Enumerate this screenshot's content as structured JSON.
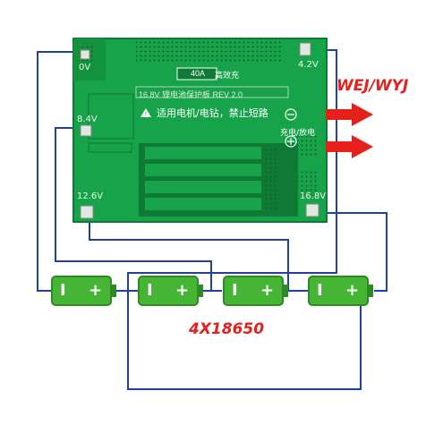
{
  "board": {
    "labels": {
      "zero": "0V",
      "v42": "4.2V",
      "v84": "8.4V",
      "v126": "12.6V",
      "v168": "16.8V"
    },
    "rating": "40A",
    "rating_mark": "高效充",
    "spec": "16.8V 锂电池保护板 REV 2.0",
    "warning": "适用电机/电钻，禁止短路",
    "charge_discharge": "充电/放电",
    "terminal_minus": "⊖",
    "terminal_plus": "⊕"
  },
  "brand": "WEJ/WYJ",
  "model": "4X18650",
  "cells": [
    {
      "minus": "I",
      "plus": "+"
    },
    {
      "minus": "I",
      "plus": "+"
    },
    {
      "minus": "I",
      "plus": "+"
    },
    {
      "minus": "I",
      "plus": "+"
    }
  ],
  "colors": {
    "pcb": "#17a34a",
    "pcb_dark": "#0f7a36",
    "cell": "#46b535",
    "cell_cap": "#2e8a22",
    "wire": "#23409a",
    "arrow": "#e8201b",
    "brand": "#e8201b"
  }
}
